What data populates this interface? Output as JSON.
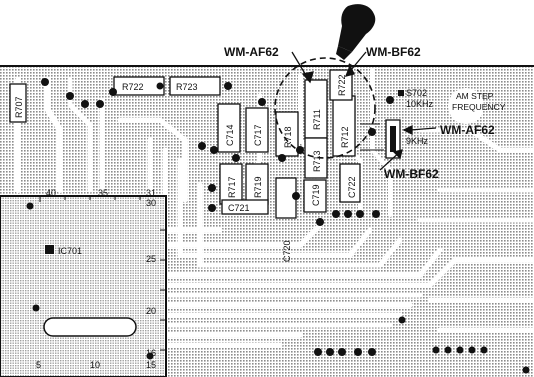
{
  "title_labels": {
    "left": "WM-AF62",
    "right": "WM-BF62",
    "right_mid": "WM-AF62",
    "bottom_mid": "WM-BF62"
  },
  "switch": {
    "ref": "S702",
    "opt1": "10KHz",
    "opt2": "9KHz",
    "caption_line1": "AM STEP",
    "caption_line2": "FREQUENCY"
  },
  "ic": {
    "ref": "IC701",
    "pins": {
      "p40": "40",
      "p35": "35",
      "p31": "31",
      "p30": "30",
      "p25": "25",
      "p20": "20",
      "p16": "16",
      "p15": "15",
      "p10": "10",
      "p5": "5"
    }
  },
  "components": {
    "r707": "R707",
    "r722": "R722",
    "r723": "R723",
    "c714": "C714",
    "c717": "C717",
    "r718": "R718",
    "r711": "R711",
    "r712": "R712",
    "r713": "R713",
    "r722b": "R722",
    "r717": "R717",
    "r719": "R719",
    "c721": "C721",
    "c720": "C720",
    "c719": "C719",
    "c722": "C722"
  },
  "icons": {
    "hand": "pointing-hand-icon"
  },
  "colors": {
    "ink": "#111111",
    "pad": "#111111",
    "hatch": "#9a9a9a"
  }
}
